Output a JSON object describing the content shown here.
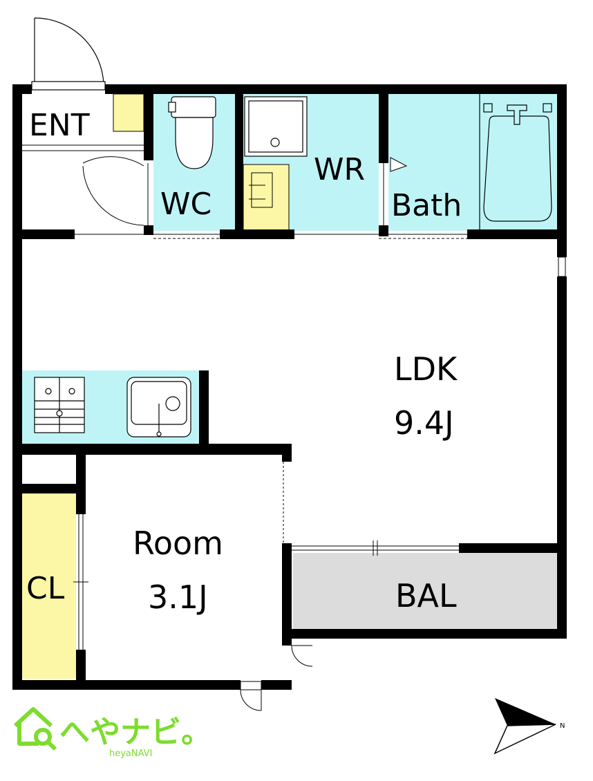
{
  "rooms": {
    "ent": {
      "label": "ENT"
    },
    "wc": {
      "label": "WC"
    },
    "wr": {
      "label": "WR"
    },
    "bath": {
      "label": "Bath"
    },
    "ldk": {
      "label": "LDK",
      "size": "9.4J"
    },
    "room": {
      "label": "Room",
      "size": "3.1J"
    },
    "cl": {
      "label": "CL"
    },
    "bal": {
      "label": "BAL"
    }
  },
  "compass": {
    "label": "N"
  },
  "logo": {
    "text": "へやナビ。",
    "subtext": "heyaNAVI"
  },
  "colors": {
    "wet_area": "#bff4f6",
    "storage": "#fbf7a6",
    "balcony": "#dcdcdc",
    "wall": "#000000",
    "logo_green": "#7ddc2e"
  }
}
